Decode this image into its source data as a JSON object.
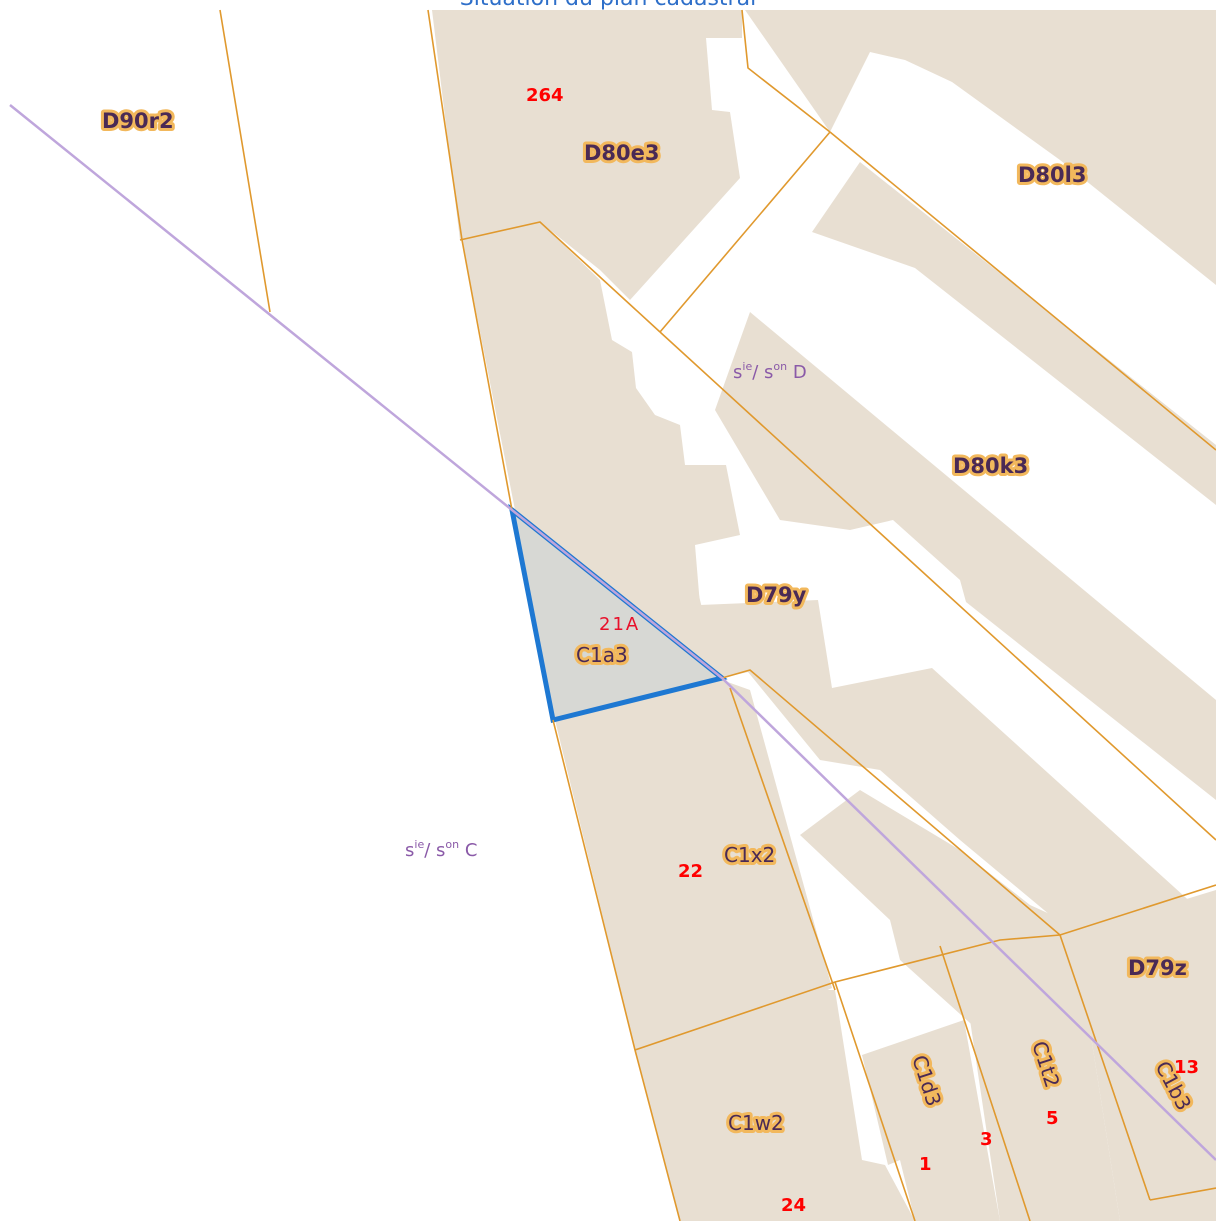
{
  "header": {
    "title": "Situation du plan cadastral"
  },
  "colors": {
    "building_fill": "#e8dfd2",
    "parcel_border": "#e0992e",
    "section_line": "#bfa6dc",
    "selected_border": "#1e78d2",
    "selected_fill": "#d7d8d4",
    "parcel_label_halo": "#f2b85c",
    "address_number": "#ff0000",
    "section_text": "#8a5aa8"
  },
  "sections": [
    {
      "id": "section-d",
      "text_main": "s",
      "text_sup1": "ie",
      "text_mid": "/ s",
      "text_sup2": "on",
      "text_end": " D"
    },
    {
      "id": "section-c",
      "text_main": "s",
      "text_sup1": "ie",
      "text_mid": "/ s",
      "text_sup2": "on",
      "text_end": " C"
    }
  ],
  "parcels": {
    "d90r2": "D90r2",
    "d80e3": "D80e3",
    "d80l3": "D80l3",
    "d80k3": "D80k3",
    "d79y": "D79y",
    "c1a3": "C1a3",
    "c1x2": "C1x2",
    "d79z": "D79z",
    "c1d3": "C1d3",
    "c1t2": "C1t2",
    "c1b3": "C1b3",
    "c1w2": "C1w2"
  },
  "address_numbers": {
    "n264": "264",
    "n21a": "21A",
    "n22": "22",
    "n13": "13",
    "n5": "5",
    "n3": "3",
    "n1": "1",
    "n24": "24"
  },
  "selected_parcel": "C1a3"
}
